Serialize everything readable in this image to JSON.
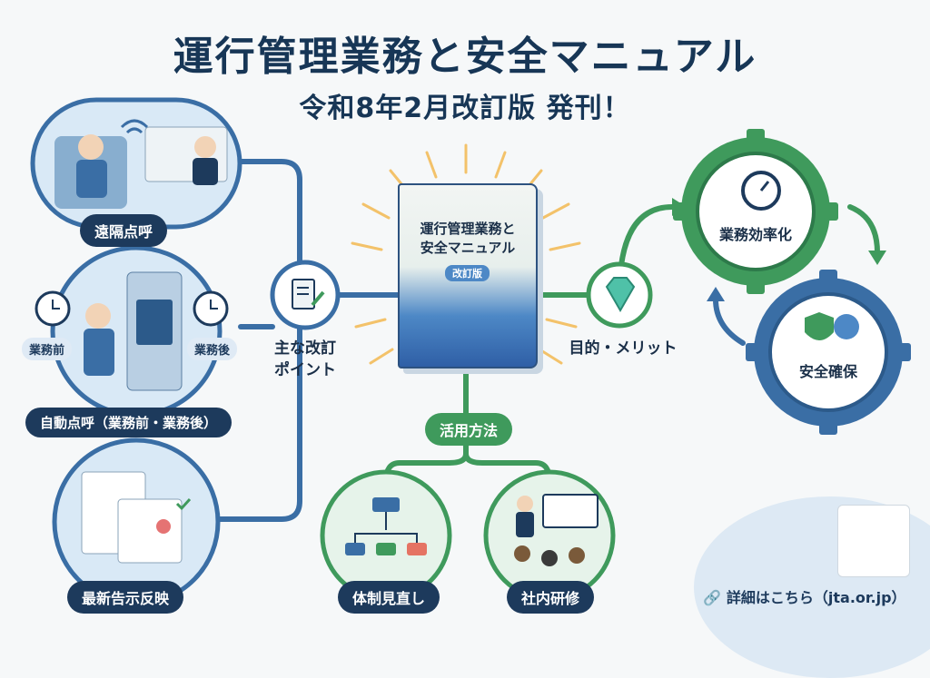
{
  "header": {
    "title": "運行管理業務と安全マニュアル",
    "subtitle": "令和8年2月改訂版 発刊！"
  },
  "book": {
    "title_line1": "運行管理業務と",
    "title_line2": "安全マニュアル",
    "badge": "改訂版"
  },
  "left_branch": {
    "hub_label_line1": "主な改訂",
    "hub_label_line2": "ポイント",
    "items": [
      {
        "label": "遠隔点呼"
      },
      {
        "label": "自動点呼（業務前・業務後）",
        "before": "業務前",
        "after": "業務後"
      },
      {
        "label": "最新告示反映"
      }
    ]
  },
  "right_branch": {
    "hub_label": "目的・メリット",
    "gear_top": "業務効率化",
    "gear_bottom": "安全確保"
  },
  "bottom_branch": {
    "hub_label": "活用方法",
    "items": [
      {
        "label": "体制見直し"
      },
      {
        "label": "社内研修"
      }
    ]
  },
  "footer": {
    "link_text": "詳細はこちら（jta.or.jp）"
  },
  "colors": {
    "navy": "#1d3a5c",
    "blue": "#3a6ea5",
    "green": "#3f9a5c"
  }
}
